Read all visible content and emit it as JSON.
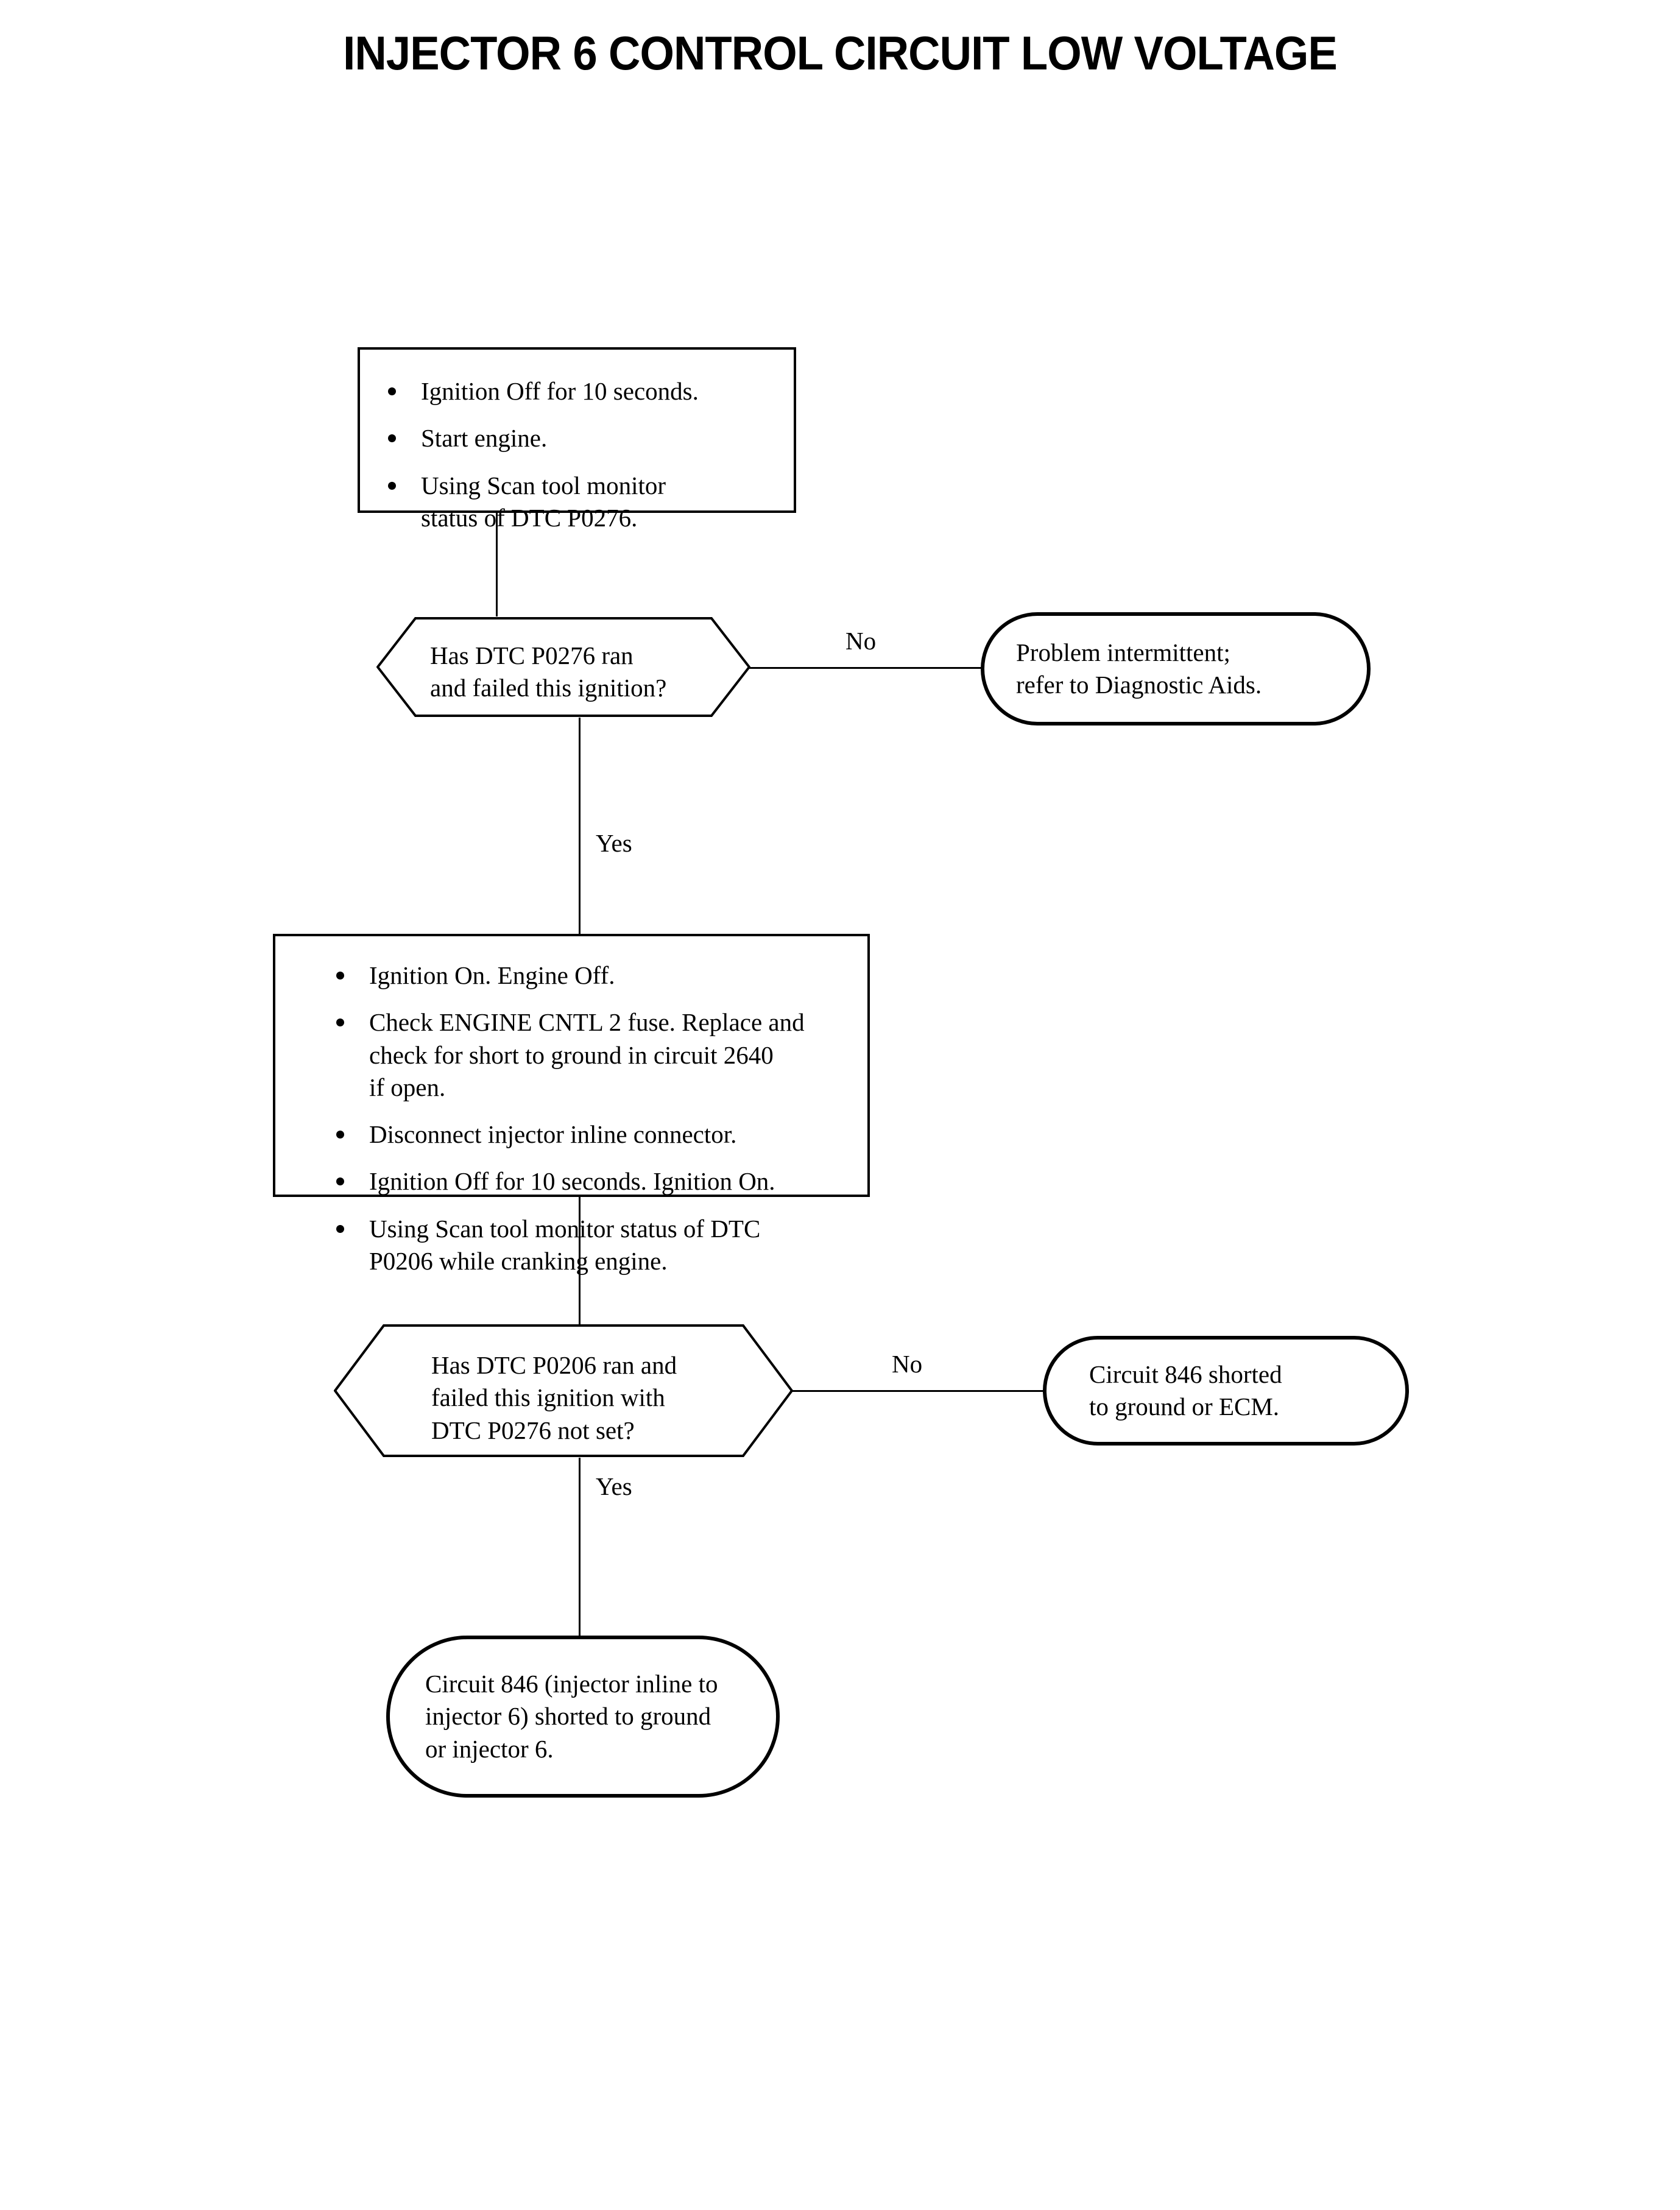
{
  "document": {
    "title": "INJECTOR 6 CONTROL CIRCUIT LOW VOLTAGE",
    "type": "diagnostic-flowchart"
  },
  "flow": {
    "step1": {
      "shape": "process",
      "bullets": [
        "Ignition Off for 10 seconds.",
        "Start engine.",
        "Using Scan tool monitor\nstatus of DTC P0276."
      ]
    },
    "decision1": {
      "shape": "decision",
      "text": "Has DTC P0276 ran\nand failed this ignition?",
      "no_label": "No",
      "yes_label": "Yes"
    },
    "outcome1": {
      "shape": "terminator",
      "text": "Problem intermittent;\nrefer to Diagnostic Aids."
    },
    "step2": {
      "shape": "process",
      "bullets": [
        "Ignition On. Engine Off.",
        "Check ENGINE CNTL 2 fuse. Replace and\ncheck for short to ground in circuit 2640\nif open.",
        "Disconnect injector inline connector.",
        "Ignition Off for 10 seconds. Ignition On.",
        "Using Scan tool monitor status of DTC\nP0206 while cranking engine."
      ]
    },
    "decision2": {
      "shape": "decision",
      "text": "Has DTC P0206 ran and\nfailed this ignition with\nDTC P0276 not set?",
      "no_label": "No",
      "yes_label": "Yes"
    },
    "outcome2": {
      "shape": "terminator",
      "text": "Circuit 846 shorted\nto ground or ECM."
    },
    "outcome3": {
      "shape": "terminator",
      "text": "Circuit 846 (injector inline to\ninjector 6) shorted to ground\nor injector 6."
    }
  },
  "colors": {
    "ink": "#000000",
    "paper": "#ffffff"
  }
}
